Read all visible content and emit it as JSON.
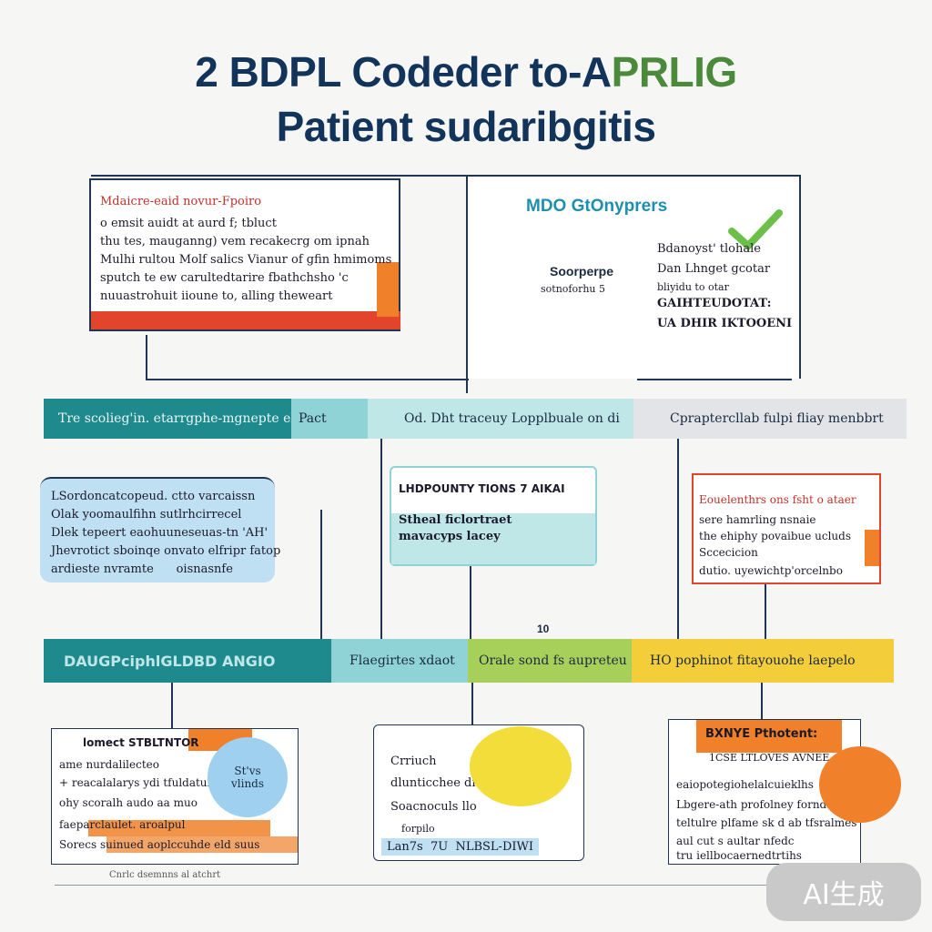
{
  "title": {
    "line1_main": "2 BDPL Codeder to-A",
    "line1_accent": "PRLIG",
    "line2": "Patient sudaribgitis"
  },
  "top_row": {
    "left_box": {
      "heading": "Mdaicre-eaid novur-Fpoiro",
      "lines": [
        "o emsit auidt at aurd f; tbluct",
        "thu tes, mauganng) vem recakecrg om ipnah",
        "Mulhi rultou Molf salics Vianur of gfin hmimoms",
        "sputch te ew carultedtarire fbathchsho 'c",
        "nuuastrohuit iioune to, alling theweart"
      ]
    },
    "right_box": {
      "heading": "MDO GtOnyprers",
      "side_label": "Soorperpe",
      "side_sublabel": "sotnoforhu 5",
      "items": [
        "Bdanoyst' tlohale",
        "Dan Lhnget gcotar",
        "bliyidu to otar",
        "GAIHTEUDOTAT:",
        "UA DHIR IKTOOENI"
      ]
    }
  },
  "band1": {
    "seg1": "Tre scolieg'in. etarrgphe-mgnepte elrg o",
    "seg2": "Pact",
    "seg3": "Od. Dht traceuy Lopplbuale on di",
    "seg4": "Cpraptercllab fulpi fliay menbbrt"
  },
  "mid_row": {
    "left": {
      "lines": [
        "LSordoncatcopeud. ctto varcaissn",
        "Olak yoomaulfihn sutlrhcirrecel",
        "Dlek tepeert eaohuuneseuas-tn 'AH'",
        "Jhevrotict sboinqe onvato elfripr fatop",
        "ardieste nvramte      oisnasnfe"
      ]
    },
    "center": {
      "heading": "LHDPOUNTY TIONS 7 AIKAI",
      "lines": [
        "Stheal ficlortraet",
        "mavacyps lacey"
      ]
    },
    "right": {
      "heading": "Eouelenthrs ons fsht o ataer",
      "lines": [
        "sere hamrling nsnaie",
        "the ehiphy povaibue ucluds",
        "Sccecicion",
        "dutio. uyewichtp'orcelnbo"
      ]
    }
  },
  "band2": {
    "seg1": "DAUGPciphlGLDBD ANGIO",
    "seg2": "Flaegirtes xdaot",
    "seg3": "Orale sond fs aupreteu",
    "seg4": "HO pophinot fitayouohe laepelo",
    "marker": "10"
  },
  "bottom_row": {
    "left": {
      "heading": "lomect STBLTNTOR",
      "circle_text": "St'vs\nvlinds",
      "lines": [
        "ame nurdalilecteo",
        "+ reacalalarys ydi tfuldatuh",
        "ohy scoralh audo aa muo",
        "faeparclaulet. aroalpul",
        "Sorecs suinued aoplccuhde eld suus"
      ],
      "footer": "Cnrlc dsemnns al atchrt"
    },
    "center": {
      "heading": "Crriuch",
      "lines": [
        "dlunticchee dioucouvute or",
        "Soacnoculs llo",
        "forpilo"
      ],
      "footer": "Lan7s  7U  NLBSL-DIWI"
    },
    "right": {
      "heading": "BXNYE Pthotent:",
      "subheading": "1CSE LTLOVES AVNEE",
      "lines": [
        "eaiopotegiohelalcuieklhs",
        "Lbgere-ath profolney forndeo",
        "teltulre plfame sk d ab tfsralmes",
        "aul cut s aultar nfedc",
        "tru iellbocaernedtrtihs"
      ]
    }
  },
  "watermark": "AI生成",
  "colors": {
    "navy": "#12335a",
    "teal": "#1f8a8e",
    "light_teal": "#8fd3d6",
    "lime": "#a6d05a",
    "yellow": "#f3cd3a",
    "orange": "#f0802a",
    "red": "#e3442c",
    "sky": "#9fd0f0"
  }
}
